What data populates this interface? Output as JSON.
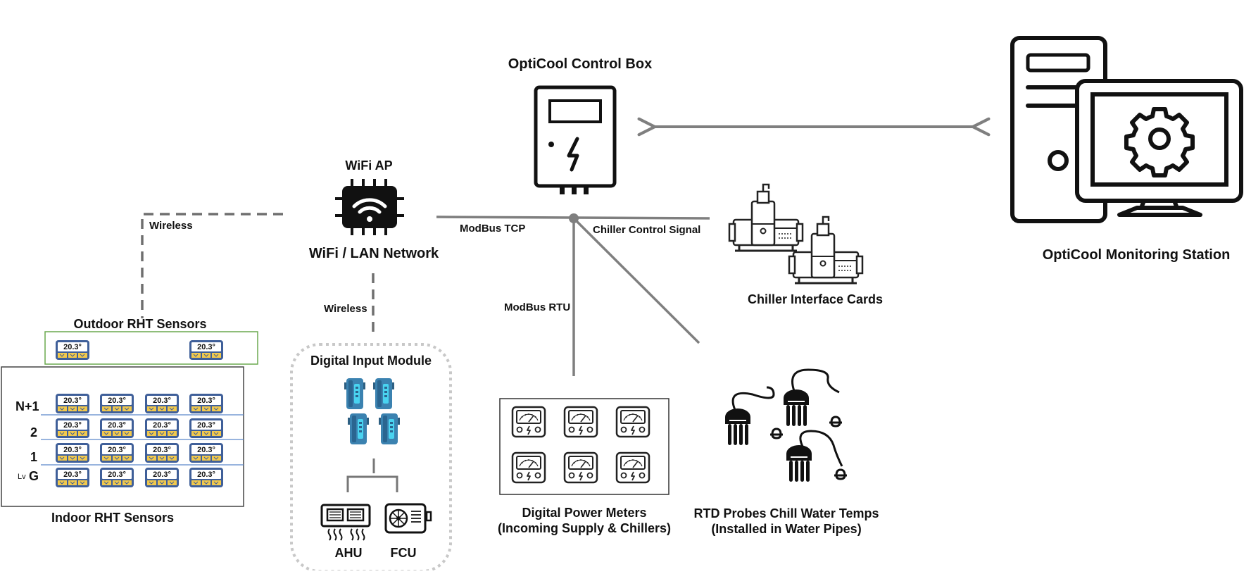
{
  "control_box": {
    "title": "OptiCool Control Box",
    "icon": "control-box-icon"
  },
  "monitoring_station": {
    "title": "OptiCool Monitoring Station",
    "icon": "computer-gear-icon"
  },
  "wifi": {
    "title": "WiFi AP",
    "network_label": "WiFi / LAN Network",
    "icon": "wifi-router-icon"
  },
  "links": {
    "wireless_outdoor": "Wireless",
    "wireless_module": "Wireless",
    "modbus_tcp": "ModBus TCP",
    "modbus_rtu": "ModBus RTU",
    "chiller_signal": "Chiller Control Signal"
  },
  "outdoor_sensors": {
    "title": "Outdoor RHT Sensors",
    "reading": "20.3°",
    "count": 2
  },
  "indoor_sensors": {
    "title": "Indoor RHT Sensors",
    "reading": "20.3°",
    "floors": [
      {
        "label": "N+1"
      },
      {
        "label": "2"
      },
      {
        "label": "1"
      },
      {
        "prefix": "Lv",
        "label": "G"
      }
    ],
    "sensors_per_floor": 4
  },
  "digital_input": {
    "title": "Digital Input Module",
    "ahu_label": "AHU",
    "fcu_label": "FCU"
  },
  "chiller_cards": {
    "title": "Chiller Interface Cards",
    "icon": "chiller-icon"
  },
  "power_meters": {
    "title_line1": "Digital Power Meters",
    "title_line2": "(Incoming Supply & Chillers)",
    "count": 6,
    "icon": "power-meter-icon"
  },
  "rtd_probes": {
    "title_line1": "RTD Probes Chill Water Temps",
    "title_line2": "(Installed in Water Pipes)",
    "icon": "rtd-probe-icon"
  },
  "colors": {
    "line": "#7f7f7f",
    "dashed": "#6f6f6f",
    "sensor_body": "#3f5f99",
    "sensor_accent": "#f2c94c",
    "module_body": "#3b82b0",
    "module_led": "#49d3f0",
    "outdoor_border": "#6aa84f",
    "floor_line": "#5b86c9"
  }
}
